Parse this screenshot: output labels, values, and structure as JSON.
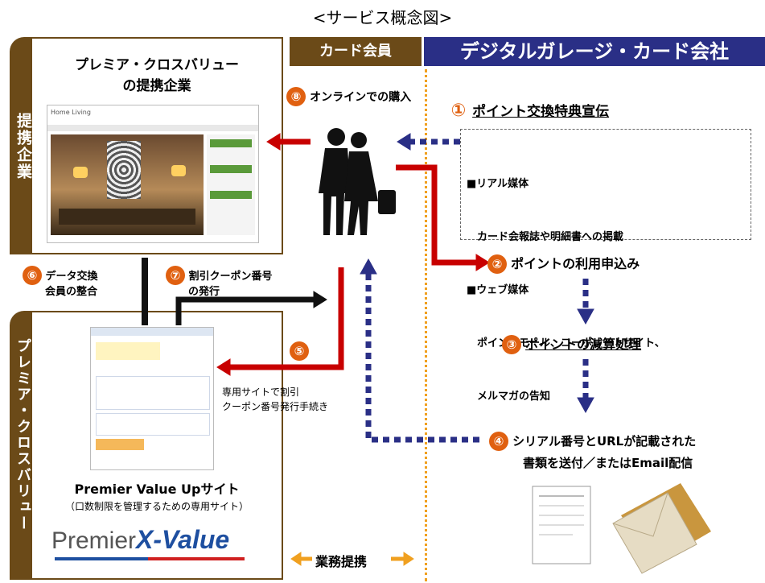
{
  "title": "<サービス概念図>",
  "header": {
    "member": "カード会員",
    "company": "デジタルガレージ・カード会社"
  },
  "left": {
    "partner_vertical": "提携企業",
    "pvu_vertical": "プレミア・クロスバリュー",
    "partner_title_1": "プレミア・クロスバリュー",
    "partner_title_2": "の提携企業",
    "site_brand": "Home Living",
    "site_title": "Premier Value Upサイト",
    "site_sub": "（口数制限を管理するための専用サイト）",
    "logo_prefix": "Premier",
    "logo_suffix": "X-Value"
  },
  "steps": {
    "s1_num": "①",
    "s1_label": "ポイント交換特典宣伝",
    "s1_box": [
      "■リアル媒体",
      "　カード会報誌や明細書への掲載",
      "■ウェブ媒体",
      "　ポイントモール、コーポレートサイト、",
      "　メルマガの告知"
    ],
    "s2_num": "②",
    "s2_label": "ポイントの利用申込み",
    "s3_num": "③",
    "s3_label": "ポイントの減算処理",
    "s4_num": "④",
    "s4_label_1": "シリアル番号とURLが記載された",
    "s4_label_2": "書類を送付／またはEmail配信",
    "s5_num": "⑤",
    "s5_note_1": "専用サイトで割引",
    "s5_note_2": "クーポン番号発行手続き",
    "s6_num": "⑥",
    "s6_label_1": "データ交換",
    "s6_label_2": "会員の整合",
    "s7_num": "⑦",
    "s7_label_1": "割引クーポン番号",
    "s7_label_2": "の発行",
    "s8_num": "⑧",
    "s8_label": "オンラインでの購入"
  },
  "footer": {
    "alliance": "業務提携"
  },
  "colors": {
    "brown": "#6b4a18",
    "navy": "#2a2f86",
    "red": "#c80000",
    "orange": "#f0a020",
    "circle": "#e06010"
  }
}
